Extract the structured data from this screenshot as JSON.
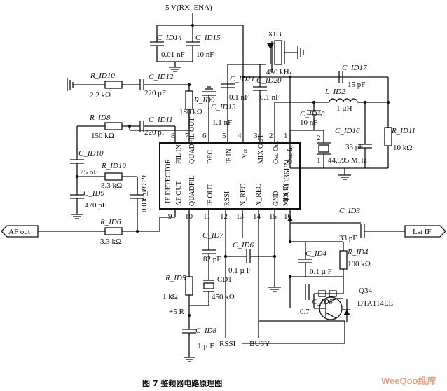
{
  "supply": {
    "vcc": "5 V(RX_ENA)",
    "plus5": "+5 R"
  },
  "ic": {
    "part": "TA31136FN",
    "top_pins": [
      {
        "num": "8",
        "name": "FIL IN"
      },
      {
        "num": "7",
        "name": "QUADFIL OUT"
      },
      {
        "num": "6",
        "name": "DEC"
      },
      {
        "num": "5",
        "name": "IF IN"
      },
      {
        "num": "4",
        "name": "Vcc"
      },
      {
        "num": "3",
        "name": "MIX OUT"
      },
      {
        "num": "2",
        "name": "Osc Out"
      },
      {
        "num": "1",
        "name": "Osc In"
      }
    ],
    "bottom_pins": [
      {
        "num": "9",
        "name": "AF OUT"
      },
      {
        "num": "10",
        "name": "QUADFIL"
      },
      {
        "num": "11",
        "name": "IF OUT"
      },
      {
        "num": "12",
        "name": "RSSI"
      },
      {
        "num": "13",
        "name": "N_REC"
      },
      {
        "num": "14",
        "name": "N_REC"
      },
      {
        "num": "15",
        "name": "GND"
      },
      {
        "num": "16",
        "name": "MIX IN"
      }
    ],
    "left_text": "IF DETECTOR",
    "vcc_sub": "cc"
  },
  "caps": [
    {
      "ref": "C_ID14",
      "val": "0.01 nF"
    },
    {
      "ref": "C_ID15",
      "val": "10 nF"
    },
    {
      "ref": "C_ID12",
      "val": "220 pF"
    },
    {
      "ref": "C_ID11",
      "val": "220 pF"
    },
    {
      "ref": "C_ID13",
      "val": "1.1 nF"
    },
    {
      "ref": "C_ID21",
      "val": "0.1 nF"
    },
    {
      "ref": "C_ID20",
      "val": "0.1 nF"
    },
    {
      "ref": "C_ID17",
      "val": "15 pF"
    },
    {
      "ref": "C_ID16",
      "val": "33 pF"
    },
    {
      "ref": "C_ID18",
      "val": "10 nF"
    },
    {
      "ref": "C_ID10",
      "val": "25 oF"
    },
    {
      "ref": "C_ID9",
      "val": "470 pF"
    },
    {
      "ref": "C_ID19",
      "val": "0.01 µF"
    },
    {
      "ref": "C_ID3",
      "val": "33 pF"
    },
    {
      "ref": "C_ID7",
      "val": "82 pF"
    },
    {
      "ref": "C_ID6",
      "val": "0.1 µ F"
    },
    {
      "ref": "C_ID4",
      "val": "0.1 µ F"
    },
    {
      "ref": "C_ID5",
      "val": "0.7"
    },
    {
      "ref": "C_ID8",
      "val": "1 µ F"
    }
  ],
  "resistors": [
    {
      "ref": "R_ID10",
      "val": "2.2 kΩ"
    },
    {
      "ref": "R_ID8",
      "val": "150 kΩ"
    },
    {
      "ref": "R_ID9",
      "val": "180 kΩ"
    },
    {
      "ref": "R_ID10",
      "val": "3.3 kΩ"
    },
    {
      "ref": "R_ID6",
      "val": "3.3 kΩ"
    },
    {
      "ref": "R_ID11",
      "val": "10 kΩ"
    },
    {
      "ref": "R_ID4",
      "val": "100 kΩ"
    },
    {
      "ref": "R_ID5",
      "val": "1 kΩ"
    }
  ],
  "inductor": {
    "ref": "L_ID2",
    "val": "1 µH"
  },
  "crystal_xf3": {
    "ref": "XF3",
    "val": "450 kHz"
  },
  "crystal_osc": {
    "val": "44.595 MHz",
    "pin2": "2",
    "pin1": "1"
  },
  "cd1": {
    "ref": "CD1",
    "val": "450 kΩ"
  },
  "transistor": {
    "ref": "Q34",
    "part": "DTA114EE"
  },
  "ports": {
    "af_out": "AF out",
    "lst_if": "Lst IF",
    "rssi": "RSSI",
    "busy": "BUSY"
  },
  "caption": "图 7   鉴频器电路原理图",
  "watermark": "WeeQoo维库"
}
